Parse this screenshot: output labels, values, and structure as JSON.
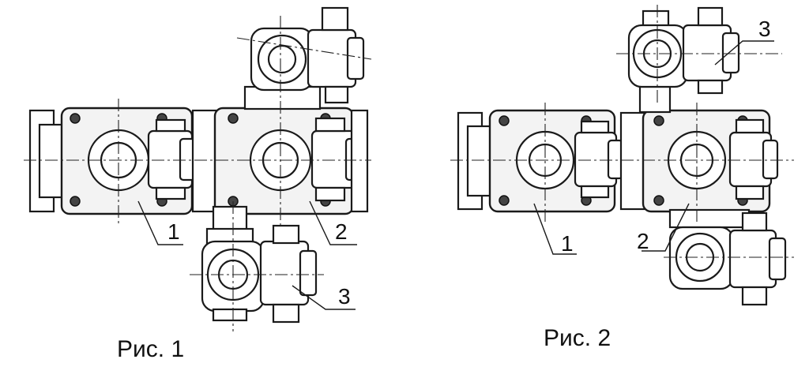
{
  "figures": [
    {
      "caption": "Рис. 1",
      "callouts": [
        "1",
        "2",
        "3"
      ]
    },
    {
      "caption": "Рис. 2",
      "callouts": [
        "1",
        "2",
        "3"
      ]
    }
  ]
}
